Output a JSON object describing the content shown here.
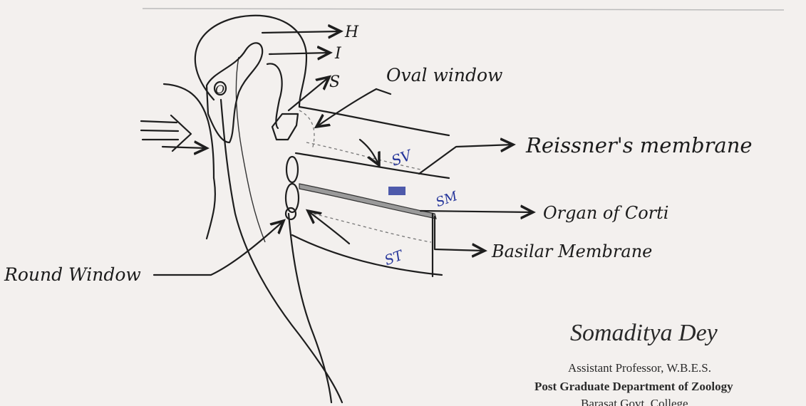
{
  "diagram": {
    "labels": {
      "h": "H",
      "i": "I",
      "s": "S",
      "o": "O",
      "oval_window": "Oval window",
      "reissners_membrane": "Reissner's membrane",
      "organ_of_corti": "Organ of Corti",
      "basilar_membrane": "Basilar Membrane",
      "round_window": "Round Window",
      "sv": "SV",
      "sm": "SM",
      "st": "ST"
    },
    "ink_colors": {
      "pencil": "#1e1e1e",
      "blue_pen": "#24349a"
    }
  },
  "signature": {
    "name": "Somaditya Dey",
    "line1": "Assistant Professor, W.B.E.S.",
    "line2": "Post Graduate Department of Zoology",
    "line3": "Barasat Govt. College"
  }
}
